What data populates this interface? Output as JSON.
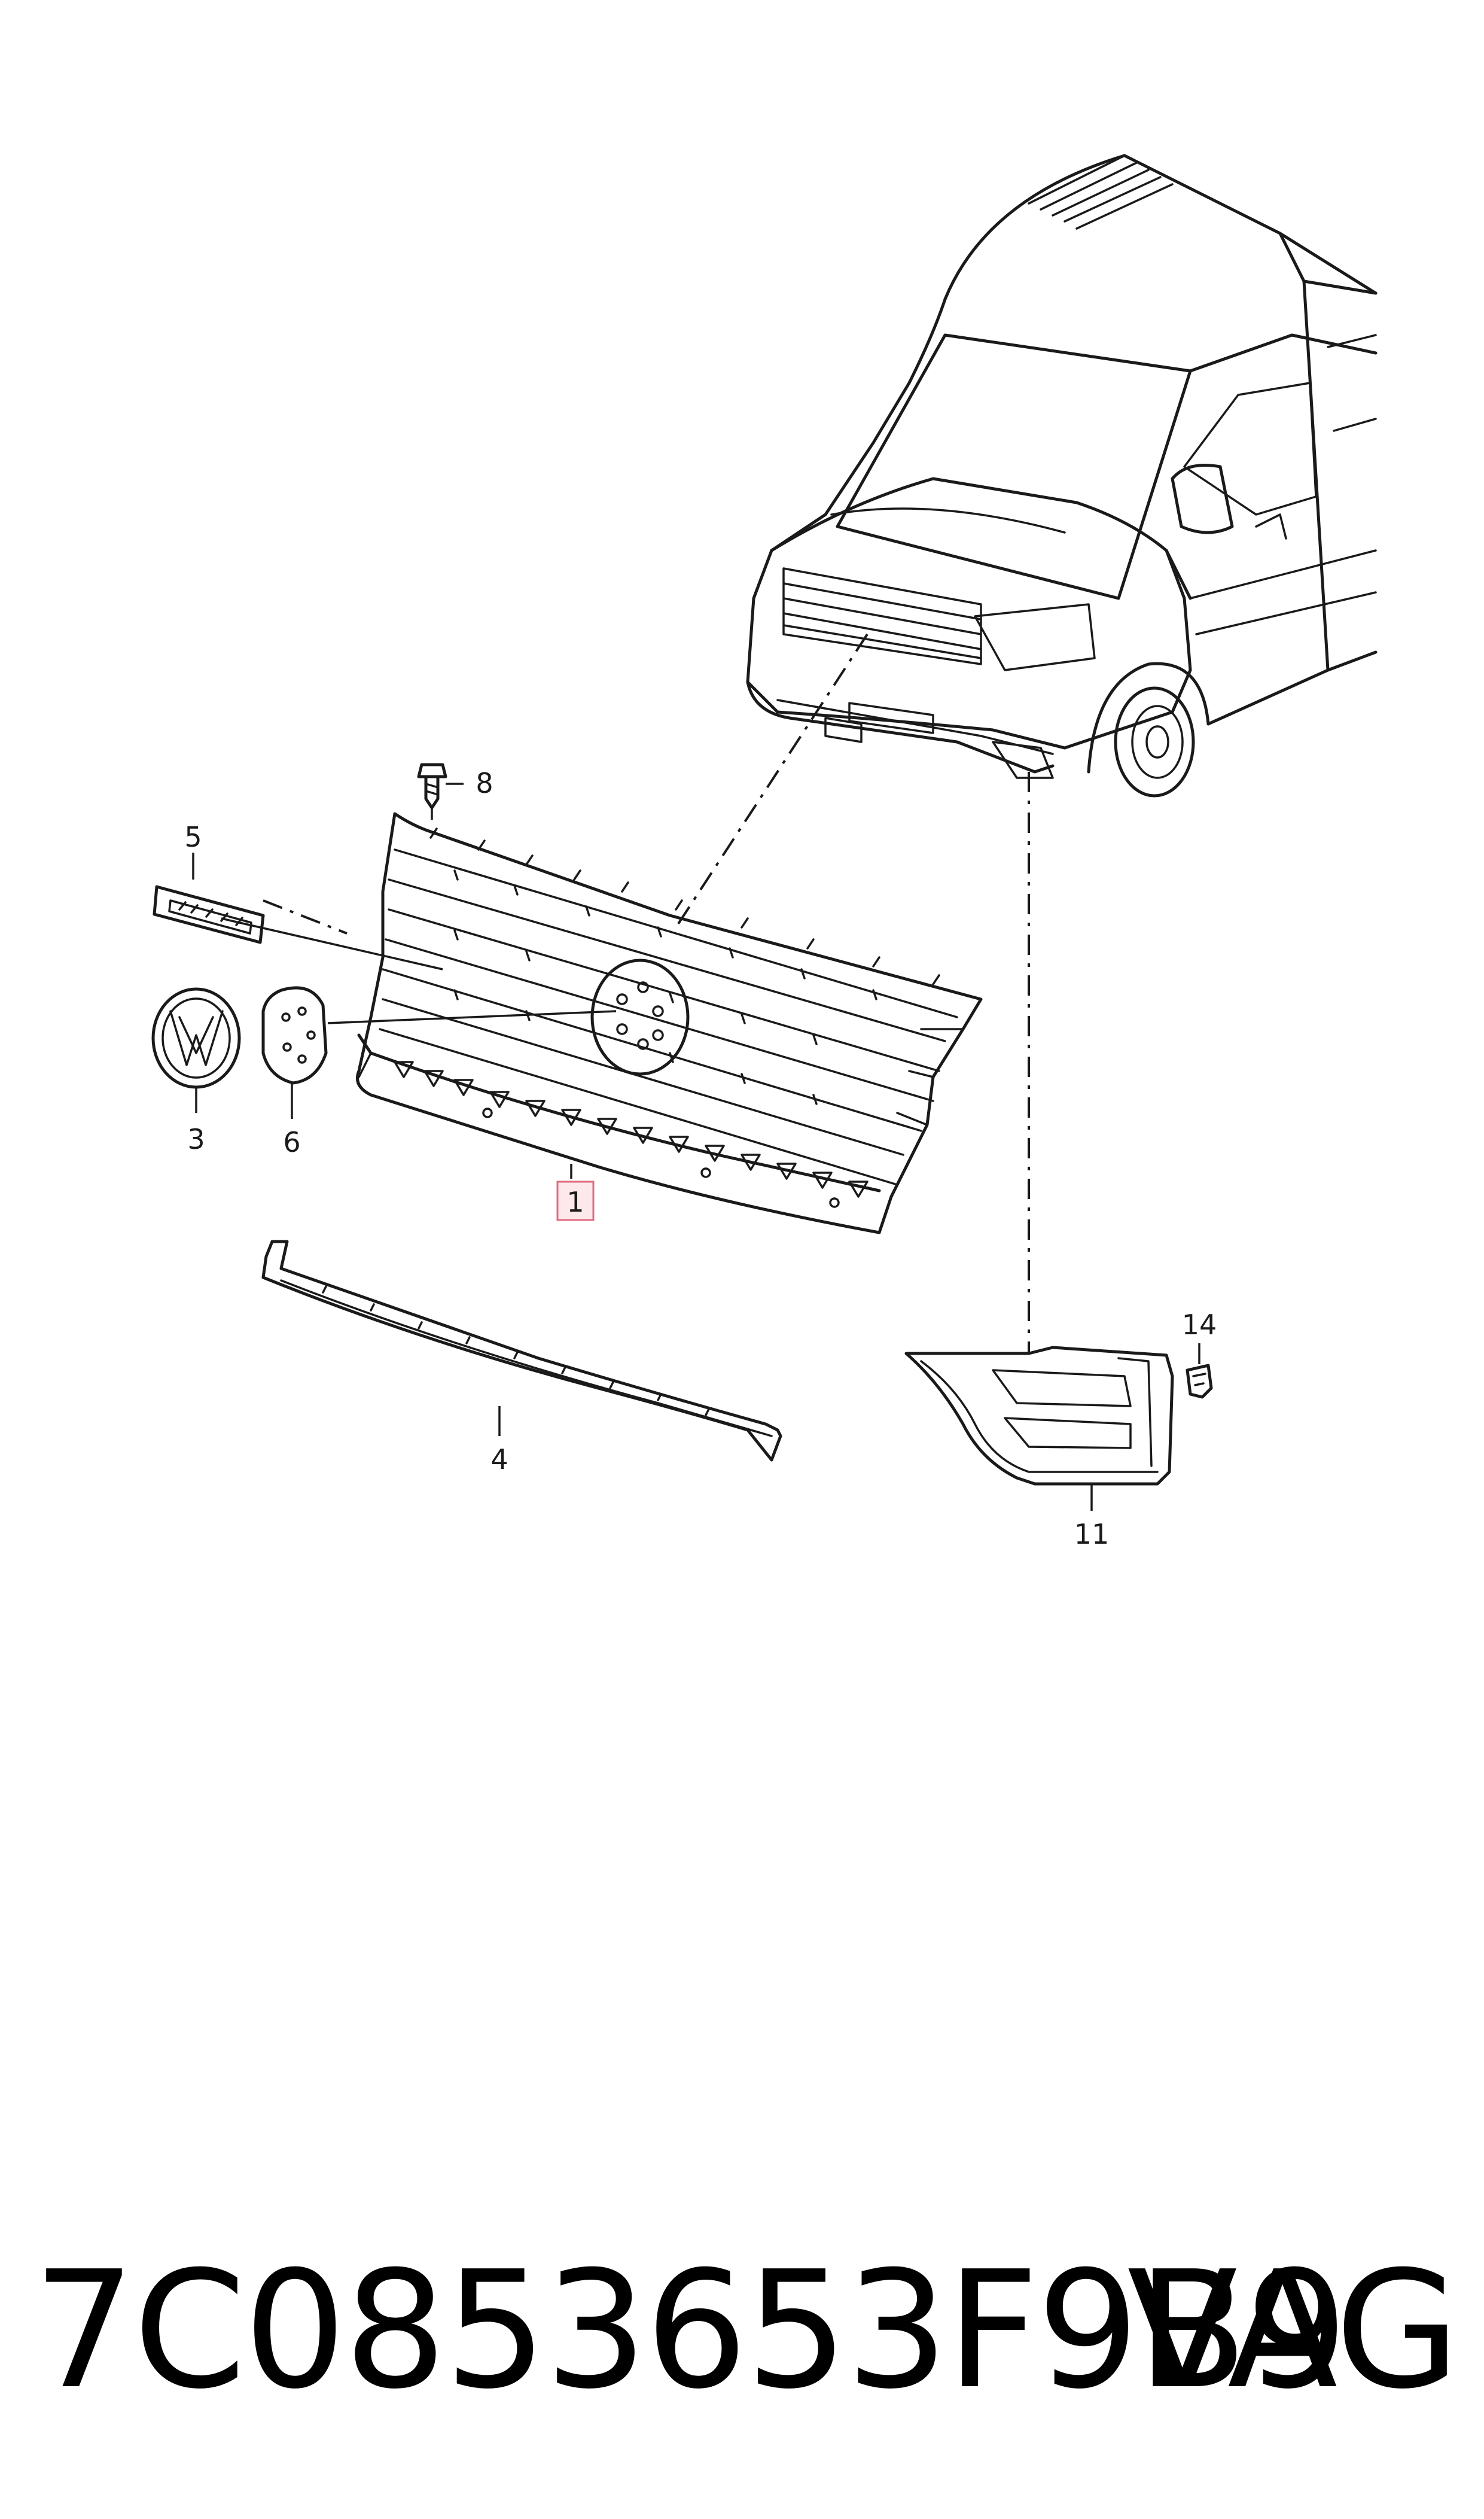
{
  "callouts": {
    "c1": "1",
    "c3": "3",
    "c4": "4",
    "c5": "5",
    "c6": "6",
    "c8": "8",
    "c11": "11",
    "c14": "14"
  },
  "footer": {
    "part_number": "7C0853653F9B9",
    "brand": "VAG"
  },
  "highlight_color": "#e06b80"
}
